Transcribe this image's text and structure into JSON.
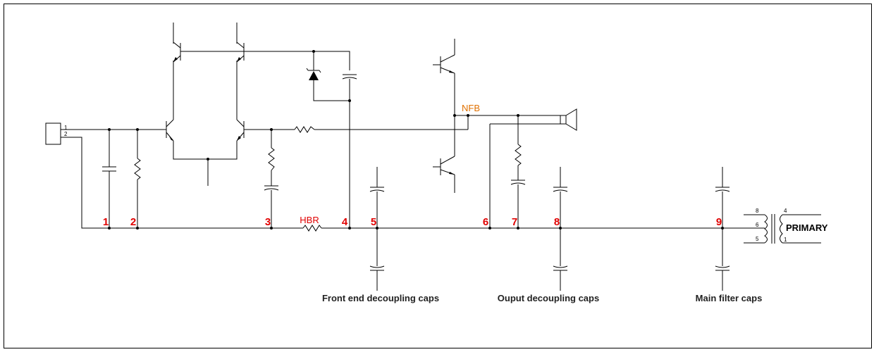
{
  "node_numbers": [
    "1",
    "2",
    "3",
    "4",
    "5",
    "6",
    "7",
    "8",
    "9"
  ],
  "labels": {
    "nfb": "NFB",
    "hbr": "HBR",
    "primary": "PRIMARY",
    "front_end_caps": "Front end decoupling caps",
    "output_caps": "Ouput decoupling caps",
    "main_filter_caps": "Main filter caps"
  },
  "input_connector": {
    "pins": [
      "1",
      "2"
    ]
  },
  "transformer": {
    "left_pins": [
      "8",
      "6",
      "5"
    ],
    "right_pins": [
      "4",
      "1"
    ]
  },
  "colors": {
    "node_numbers": "#e00000",
    "nfb": "#e07000",
    "hbr": "#e00000",
    "wire": "#000000"
  }
}
